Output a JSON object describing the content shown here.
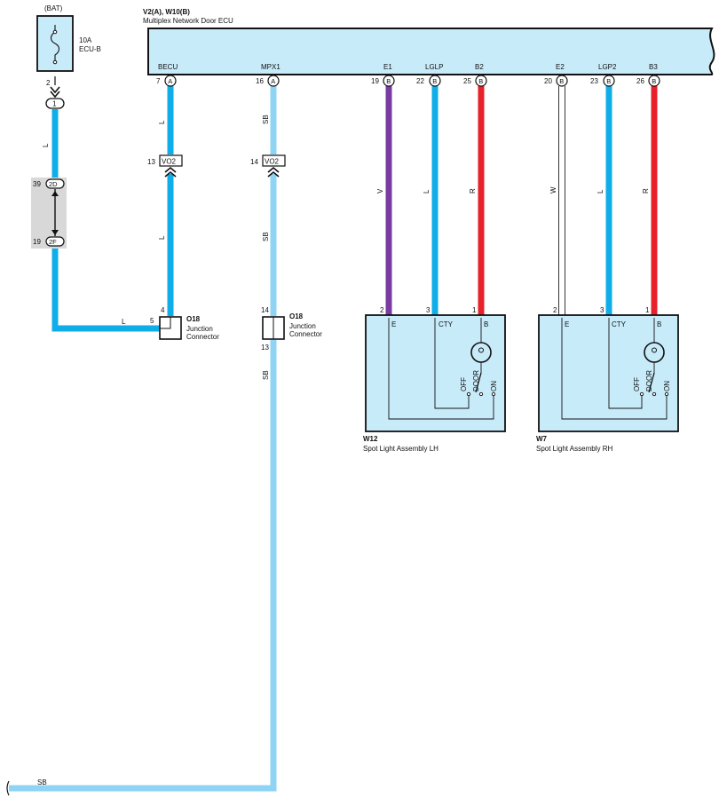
{
  "colors": {
    "L": "#10aee8",
    "SB": "#8fd4f5",
    "V": "#7a3ba0",
    "R": "#e8202a",
    "W": "#ffffff",
    "box_fill": "#c8ebfa",
    "shade": "#d8d8d8"
  },
  "fuse": {
    "top_label": "(BAT)",
    "rating": "10A",
    "name": "ECU-B",
    "pin": "2",
    "connector": "1",
    "wire": "L"
  },
  "junction": {
    "top_pin": "39",
    "top_id": "2D",
    "bottom_pin": "19",
    "bottom_id": "2F"
  },
  "ecu": {
    "ref": "V2(A), W10(B)",
    "name": "Multiplex Network Door ECU",
    "terminals": [
      {
        "name": "BECU",
        "pin": "7",
        "conn": "A"
      },
      {
        "name": "MPX1",
        "pin": "16",
        "conn": "A"
      },
      {
        "name": "E1",
        "pin": "19",
        "conn": "B"
      },
      {
        "name": "LGLP",
        "pin": "22",
        "conn": "B"
      },
      {
        "name": "B2",
        "pin": "25",
        "conn": "B"
      },
      {
        "name": "E2",
        "pin": "20",
        "conn": "B"
      },
      {
        "name": "LGP2",
        "pin": "23",
        "conn": "B"
      },
      {
        "name": "B3",
        "pin": "26",
        "conn": "B"
      }
    ]
  },
  "vo2": [
    {
      "pin": "13",
      "id": "VO2"
    },
    {
      "pin": "14",
      "id": "VO2"
    }
  ],
  "wire_labels": {
    "becu_upper": "L",
    "becu_lower": "L",
    "mpx_upper": "SB",
    "mpx_mid": "SB",
    "mpx_lower": "SB",
    "bottom": "SB",
    "horizontal": "L",
    "fuse_down": "L",
    "e1": "V",
    "lglp": "L",
    "b2": "R",
    "e2": "W",
    "lgp2": "L",
    "b3": "R"
  },
  "o18_left": {
    "pin_top": "4",
    "pin_side": "5",
    "id": "O18",
    "line1": "Junction",
    "line2": "Connector"
  },
  "o18_right": {
    "pin_top": "14",
    "pin_bottom": "13",
    "id": "O18",
    "line1": "Junction",
    "line2": "Connector"
  },
  "lamps": [
    {
      "id": "W12",
      "name": "Spot Light Assembly LH",
      "pins": [
        "2",
        "3",
        "1"
      ],
      "terms": [
        "E",
        "CTY",
        "B"
      ],
      "switch": [
        "OFF",
        "DOOR",
        "ON"
      ]
    },
    {
      "id": "W7",
      "name": "Spot Light Assembly RH",
      "pins": [
        "2",
        "3",
        "1"
      ],
      "terms": [
        "E",
        "CTY",
        "B"
      ],
      "switch": [
        "OFF",
        "DOOR",
        "ON"
      ]
    }
  ]
}
